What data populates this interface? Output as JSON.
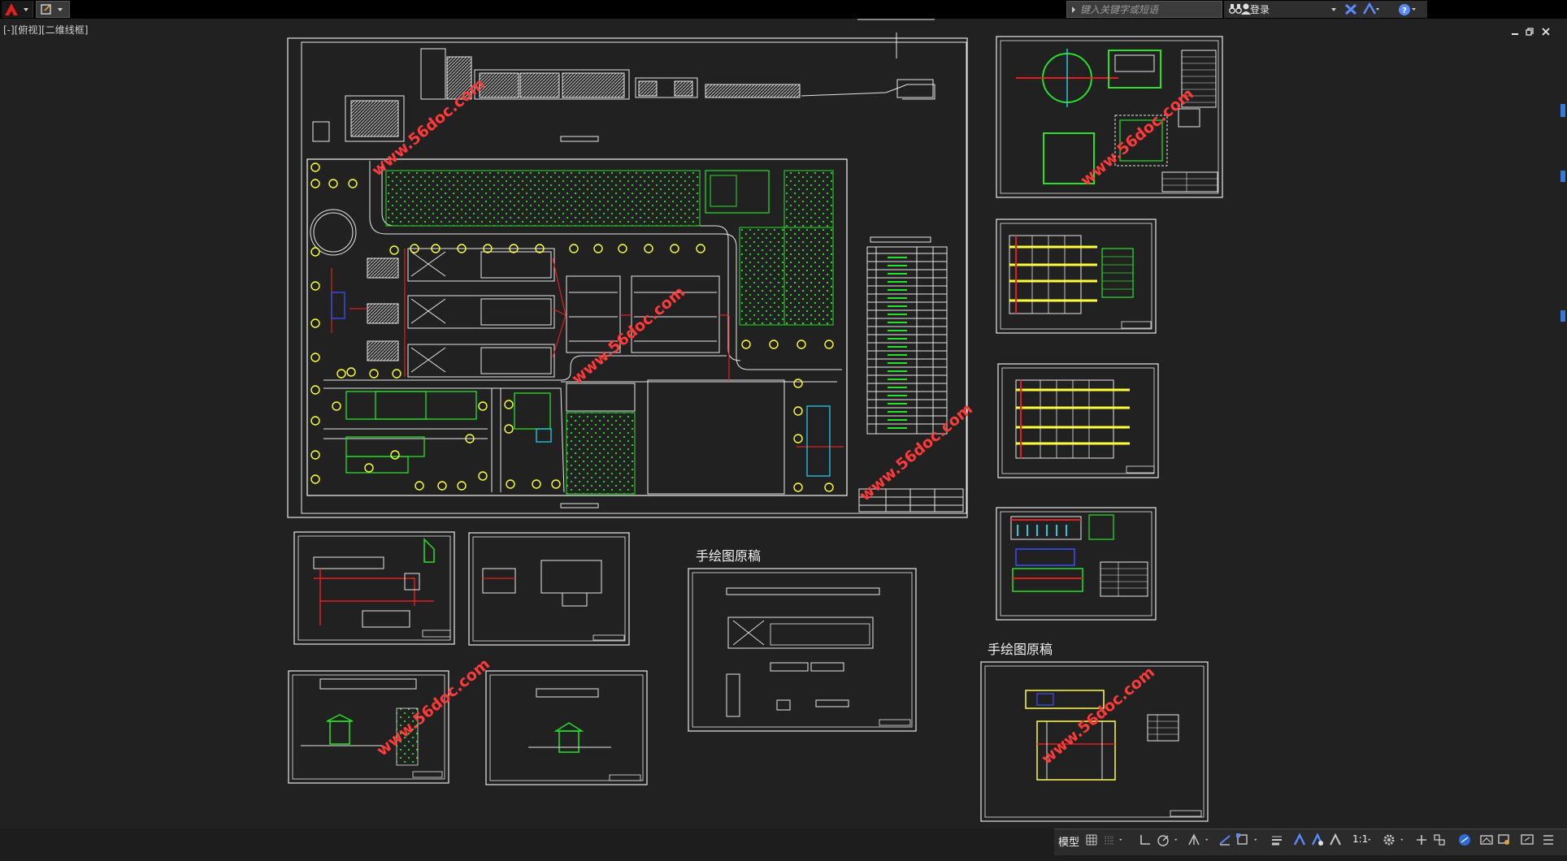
{
  "titlebar": {
    "search_placeholder": "键入关键字或短语",
    "login_label": "登录"
  },
  "viewport": {
    "label": "[-][俯视][二维线框]"
  },
  "sheets": {
    "handdrawn_title_1": "手绘图原稿",
    "handdrawn_title_2": "手绘图原稿"
  },
  "watermark": "www.56doc.com",
  "statusbar": {
    "model_label": "模型",
    "scale_label": "1:1"
  },
  "colors": {
    "background": "#212121",
    "line_white": "#e8e8e8",
    "line_green": "#27e027",
    "line_yellow": "#ffff3a",
    "line_red": "#e02020",
    "watermark": "#ff3a3a"
  }
}
